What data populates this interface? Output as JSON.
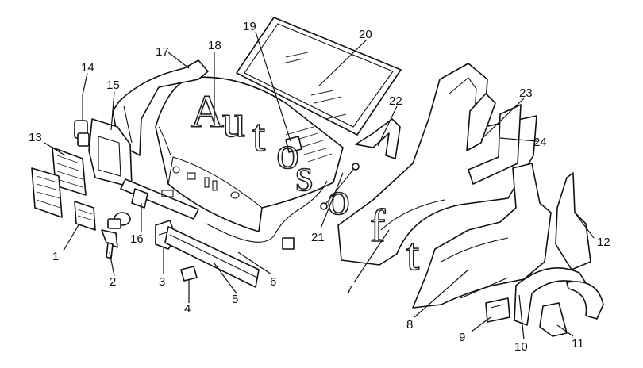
{
  "labels": [
    "1",
    "2",
    "3",
    "4",
    "5",
    "6",
    "7",
    "8",
    "9",
    "10",
    "11",
    "12",
    "13",
    "14",
    "15",
    "16",
    "17",
    "18",
    "19",
    "20",
    "21",
    "22",
    "23",
    "24"
  ],
  "watermark": [
    "A",
    "u",
    "t",
    "o",
    "s",
    "o",
    "f",
    "t"
  ]
}
